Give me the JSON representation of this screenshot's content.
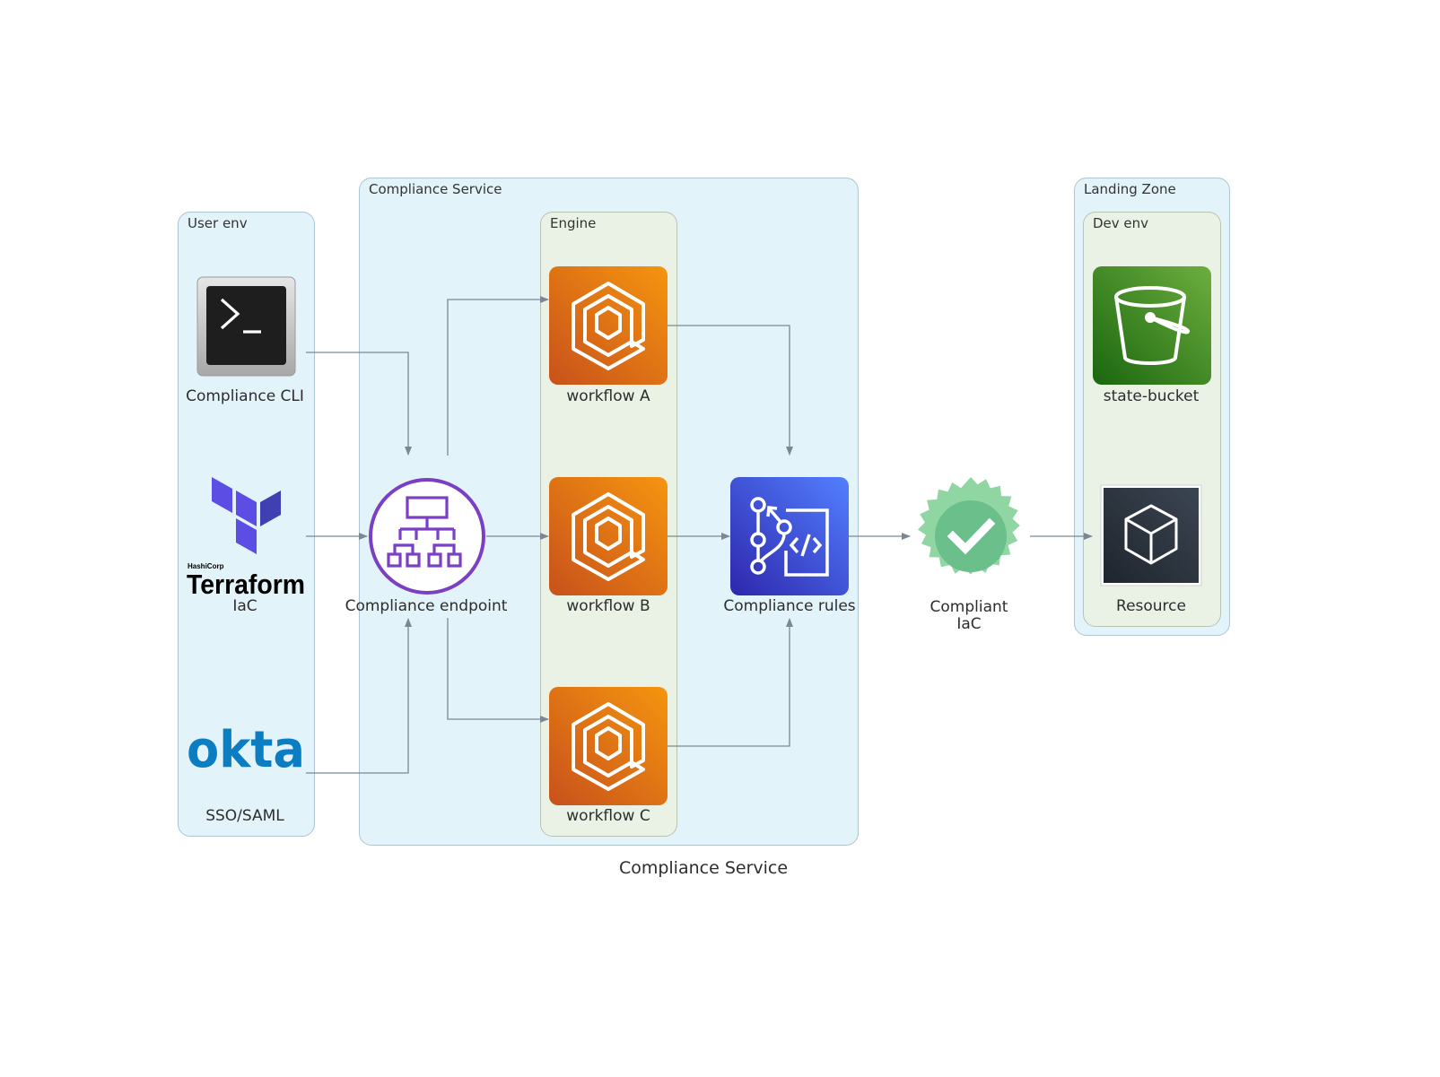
{
  "caption": "Compliance Service",
  "clusters": {
    "user_env": "User env",
    "compliance_service": "Compliance Service",
    "engine": "Engine",
    "landing_zone": "Landing Zone",
    "dev_env": "Dev env"
  },
  "nodes": {
    "cli": {
      "label": "Compliance CLI",
      "icon": "terminal-icon"
    },
    "terraform": {
      "label": "IaC",
      "logo_text": "Terraform",
      "logo_small": "HashiCorp",
      "icon": "terraform-logo"
    },
    "okta": {
      "label": "SSO/SAML",
      "logo_text": "okta",
      "icon": "okta-logo"
    },
    "endpoint": {
      "label": "Compliance endpoint",
      "icon": "load-balancer-icon"
    },
    "workflow_a": {
      "label": "workflow A",
      "icon": "ecs-icon"
    },
    "workflow_b": {
      "label": "workflow B",
      "icon": "ecs-icon"
    },
    "workflow_c": {
      "label": "workflow C",
      "icon": "ecs-icon"
    },
    "rules": {
      "label": "Compliance rules",
      "icon": "codecommit-icon"
    },
    "compliant": {
      "label_line1": "Compliant",
      "label_line2": "IaC",
      "icon": "check-badge-icon"
    },
    "state_bucket": {
      "label": "state-bucket",
      "icon": "s3-bucket-icon"
    },
    "resource": {
      "label": "Resource",
      "icon": "cube-icon"
    }
  },
  "colors": {
    "cluster_blue": "#e3f3fa",
    "cluster_green": "#eaf2e6",
    "edge": "#7b8894",
    "orange": "#e8711a",
    "purple": "#7b3fc4",
    "indigo": "#3b48cc",
    "s3_green": "#3f8624",
    "badge_green": "#8fd6a3"
  }
}
